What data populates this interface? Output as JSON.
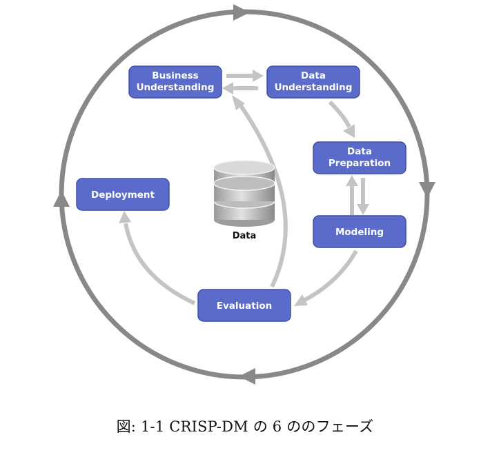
{
  "diagram": {
    "phases": {
      "business_understanding": [
        "Business",
        "Understanding"
      ],
      "data_understanding": [
        "Data",
        "Understanding"
      ],
      "data_preparation": [
        "Data",
        "Preparation"
      ],
      "modeling": [
        "Modeling"
      ],
      "evaluation": [
        "Evaluation"
      ],
      "deployment": [
        "Deployment"
      ]
    },
    "center_label": "Data",
    "colors": {
      "box_fill": "#5b6bc9",
      "box_border": "#3e4ea9",
      "cycle_ring": "#888888",
      "inner_arrows": "#c4c4c4"
    }
  },
  "caption": "図: 1-1 CRISP-DM の 6 ののフェーズ"
}
